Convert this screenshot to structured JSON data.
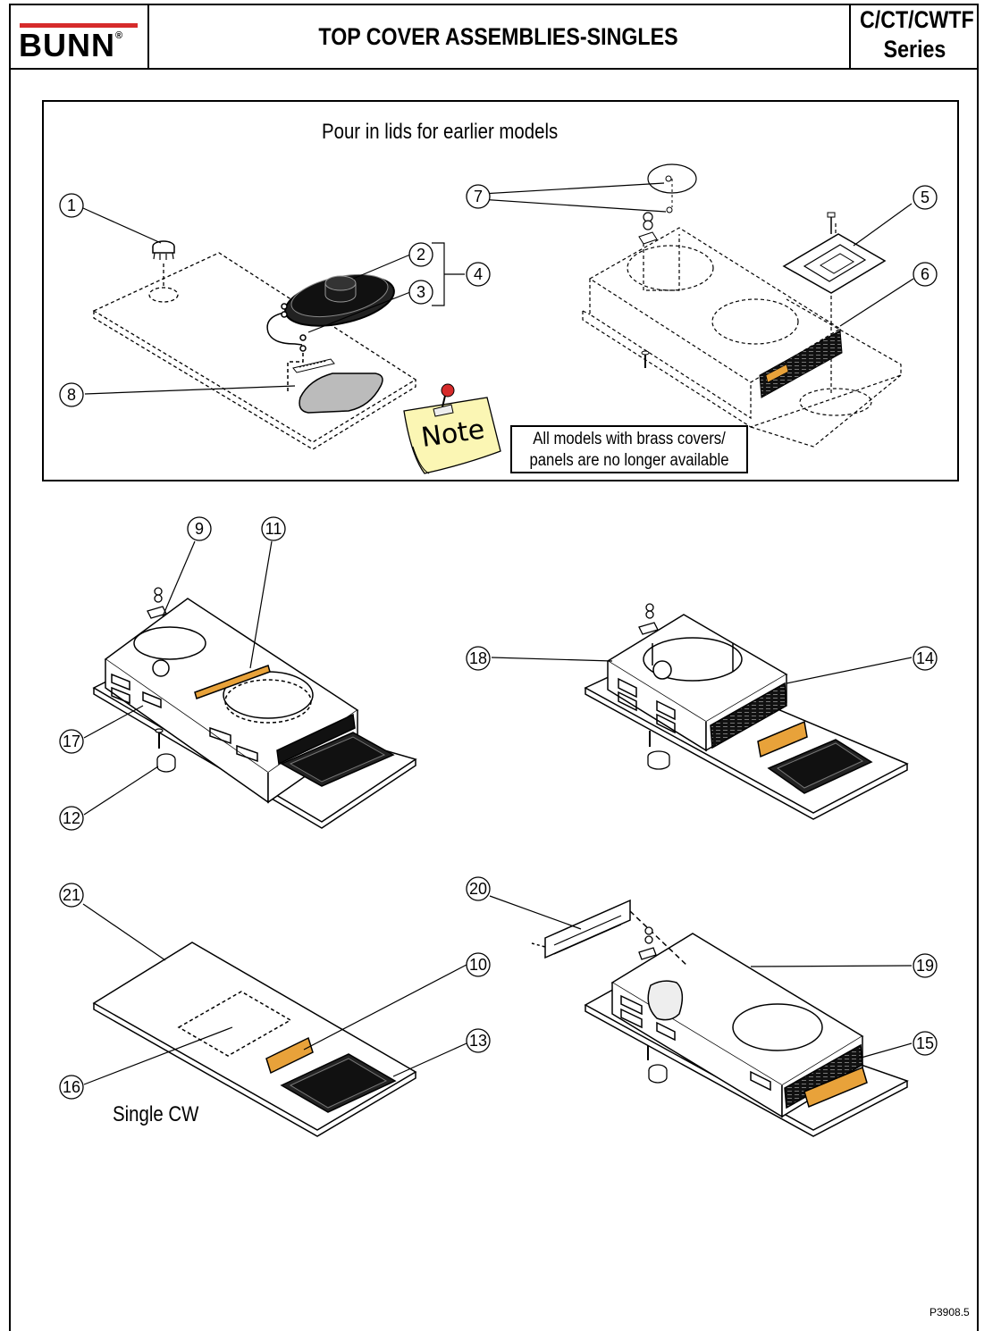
{
  "header": {
    "logo": "BUNN",
    "logo_mark": "®",
    "title": "TOP COVER ASSEMBLIES-SINGLES",
    "series_line1": "C/CT/CWTF",
    "series_line2": "Series"
  },
  "earlier_section": {
    "title": "Pour in lids for earlier models",
    "note_sticker": "Note",
    "note_line1": "All models with brass covers/",
    "note_line2": "panels are no longer available"
  },
  "single_cw_label": "Single CW",
  "part_number": "P3908.5",
  "callouts": {
    "c1": "1",
    "c2": "2",
    "c3": "3",
    "c4": "4",
    "c5": "5",
    "c6": "6",
    "c7": "7",
    "c8": "8",
    "c9": "9",
    "c10": "10",
    "c11": "11",
    "c12": "12",
    "c13": "13",
    "c14": "14",
    "c15": "15",
    "c16": "16",
    "c17": "17",
    "c18": "18",
    "c19": "19",
    "c20": "20",
    "c21": "21"
  },
  "colors": {
    "brand_red": "#d62b2b",
    "note_yellow": "#fbf6b4",
    "label_orange": "#e8a23a",
    "decal_black": "#111111"
  }
}
